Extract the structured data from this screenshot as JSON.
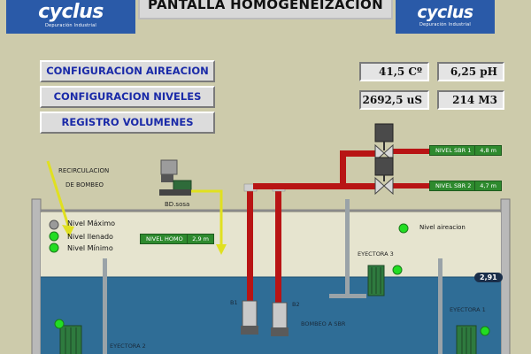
{
  "header": {
    "title": "PANTALLA HOMOGENEIZACION",
    "logo_left": {
      "name": "cyclus",
      "tagline": "Depuración Industrial"
    },
    "logo_right": {
      "name": "cyclus",
      "tagline": "Depuración Industrial"
    }
  },
  "menu": {
    "aireacion": "CONFIGURACION AIREACION",
    "niveles": "CONFIGURACION NIVELES",
    "volumenes": "REGISTRO VOLUMENES"
  },
  "readouts": {
    "temperature": "41,5 Cº",
    "ph": "6,25 pH",
    "conductivity": "2692,5 uS",
    "volume": "214 M3"
  },
  "labels": {
    "recirculacion_1": "RECIRCULACION",
    "recirculacion_2": "DE BOMBEO",
    "bd_sosa": "BD.sosa",
    "b1": "B1",
    "b2": "B2",
    "bombeo_sbr": "BOMBEO A SBR",
    "eyectora_1": "EYECTORA 1",
    "eyectora_2": "EYECTORA 2",
    "eyectora_3": "EYECTORA 3",
    "nivel_aireacion": "Nivel aireacion"
  },
  "legend": {
    "maximo": "Nivel Máximo",
    "llenado": "Nivel llenado",
    "minimo": "Nivel Mínimo"
  },
  "nivel_tags": {
    "sbr1": {
      "label": "NIVEL SBR 1",
      "value": "4,8 m"
    },
    "sbr2": {
      "label": "NIVEL SBR 2",
      "value": "4,7 m"
    },
    "homo": {
      "label": "NIVEL HOMO",
      "value": "2,9 m"
    }
  },
  "tank_level": "2,91",
  "colors": {
    "panel_bg": "#cdcbab",
    "logo_blue": "#2a5aa8",
    "menu_text": "#1a2aa8",
    "pipe_red": "#b81414",
    "water": "#2f6d96",
    "status_green": "#22dd22",
    "status_gray": "#9a9a9a",
    "arrow_yellow": "#e0e020"
  }
}
